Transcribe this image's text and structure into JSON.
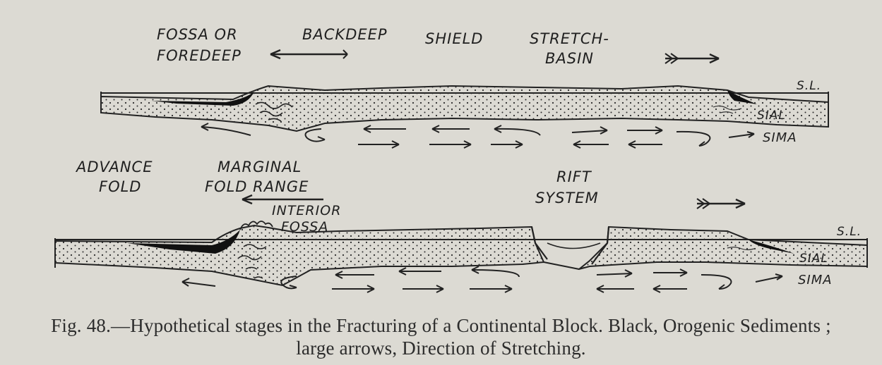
{
  "figure": {
    "labels_top": {
      "fossa_or": "FOSSA OR",
      "foredeep": "FOREDEEP",
      "backdeep": "BACKDEEP",
      "shield": "SHIELD",
      "stretch": "STRETCH-",
      "basin": "BASIN",
      "sl": "S.L.",
      "sial": "SIAL",
      "sima": "SIMA"
    },
    "labels_bottom": {
      "advance": "ADVANCE",
      "fold": "FOLD",
      "marginal": "MARGINAL",
      "fold_range": "FOLD RANGE",
      "interior": "INTERIOR",
      "fossa": "FOSSA",
      "rift": "RIFT",
      "system": "SYSTEM",
      "sl": "S.L.",
      "sial": "SIAL",
      "sima": "SIMA"
    }
  },
  "caption": {
    "line1": "Fig. 48.—Hypothetical stages in the Fracturing of a Continental Block.  Black, Orogenic Sediments ; large arrows, Direction of Stretching."
  }
}
